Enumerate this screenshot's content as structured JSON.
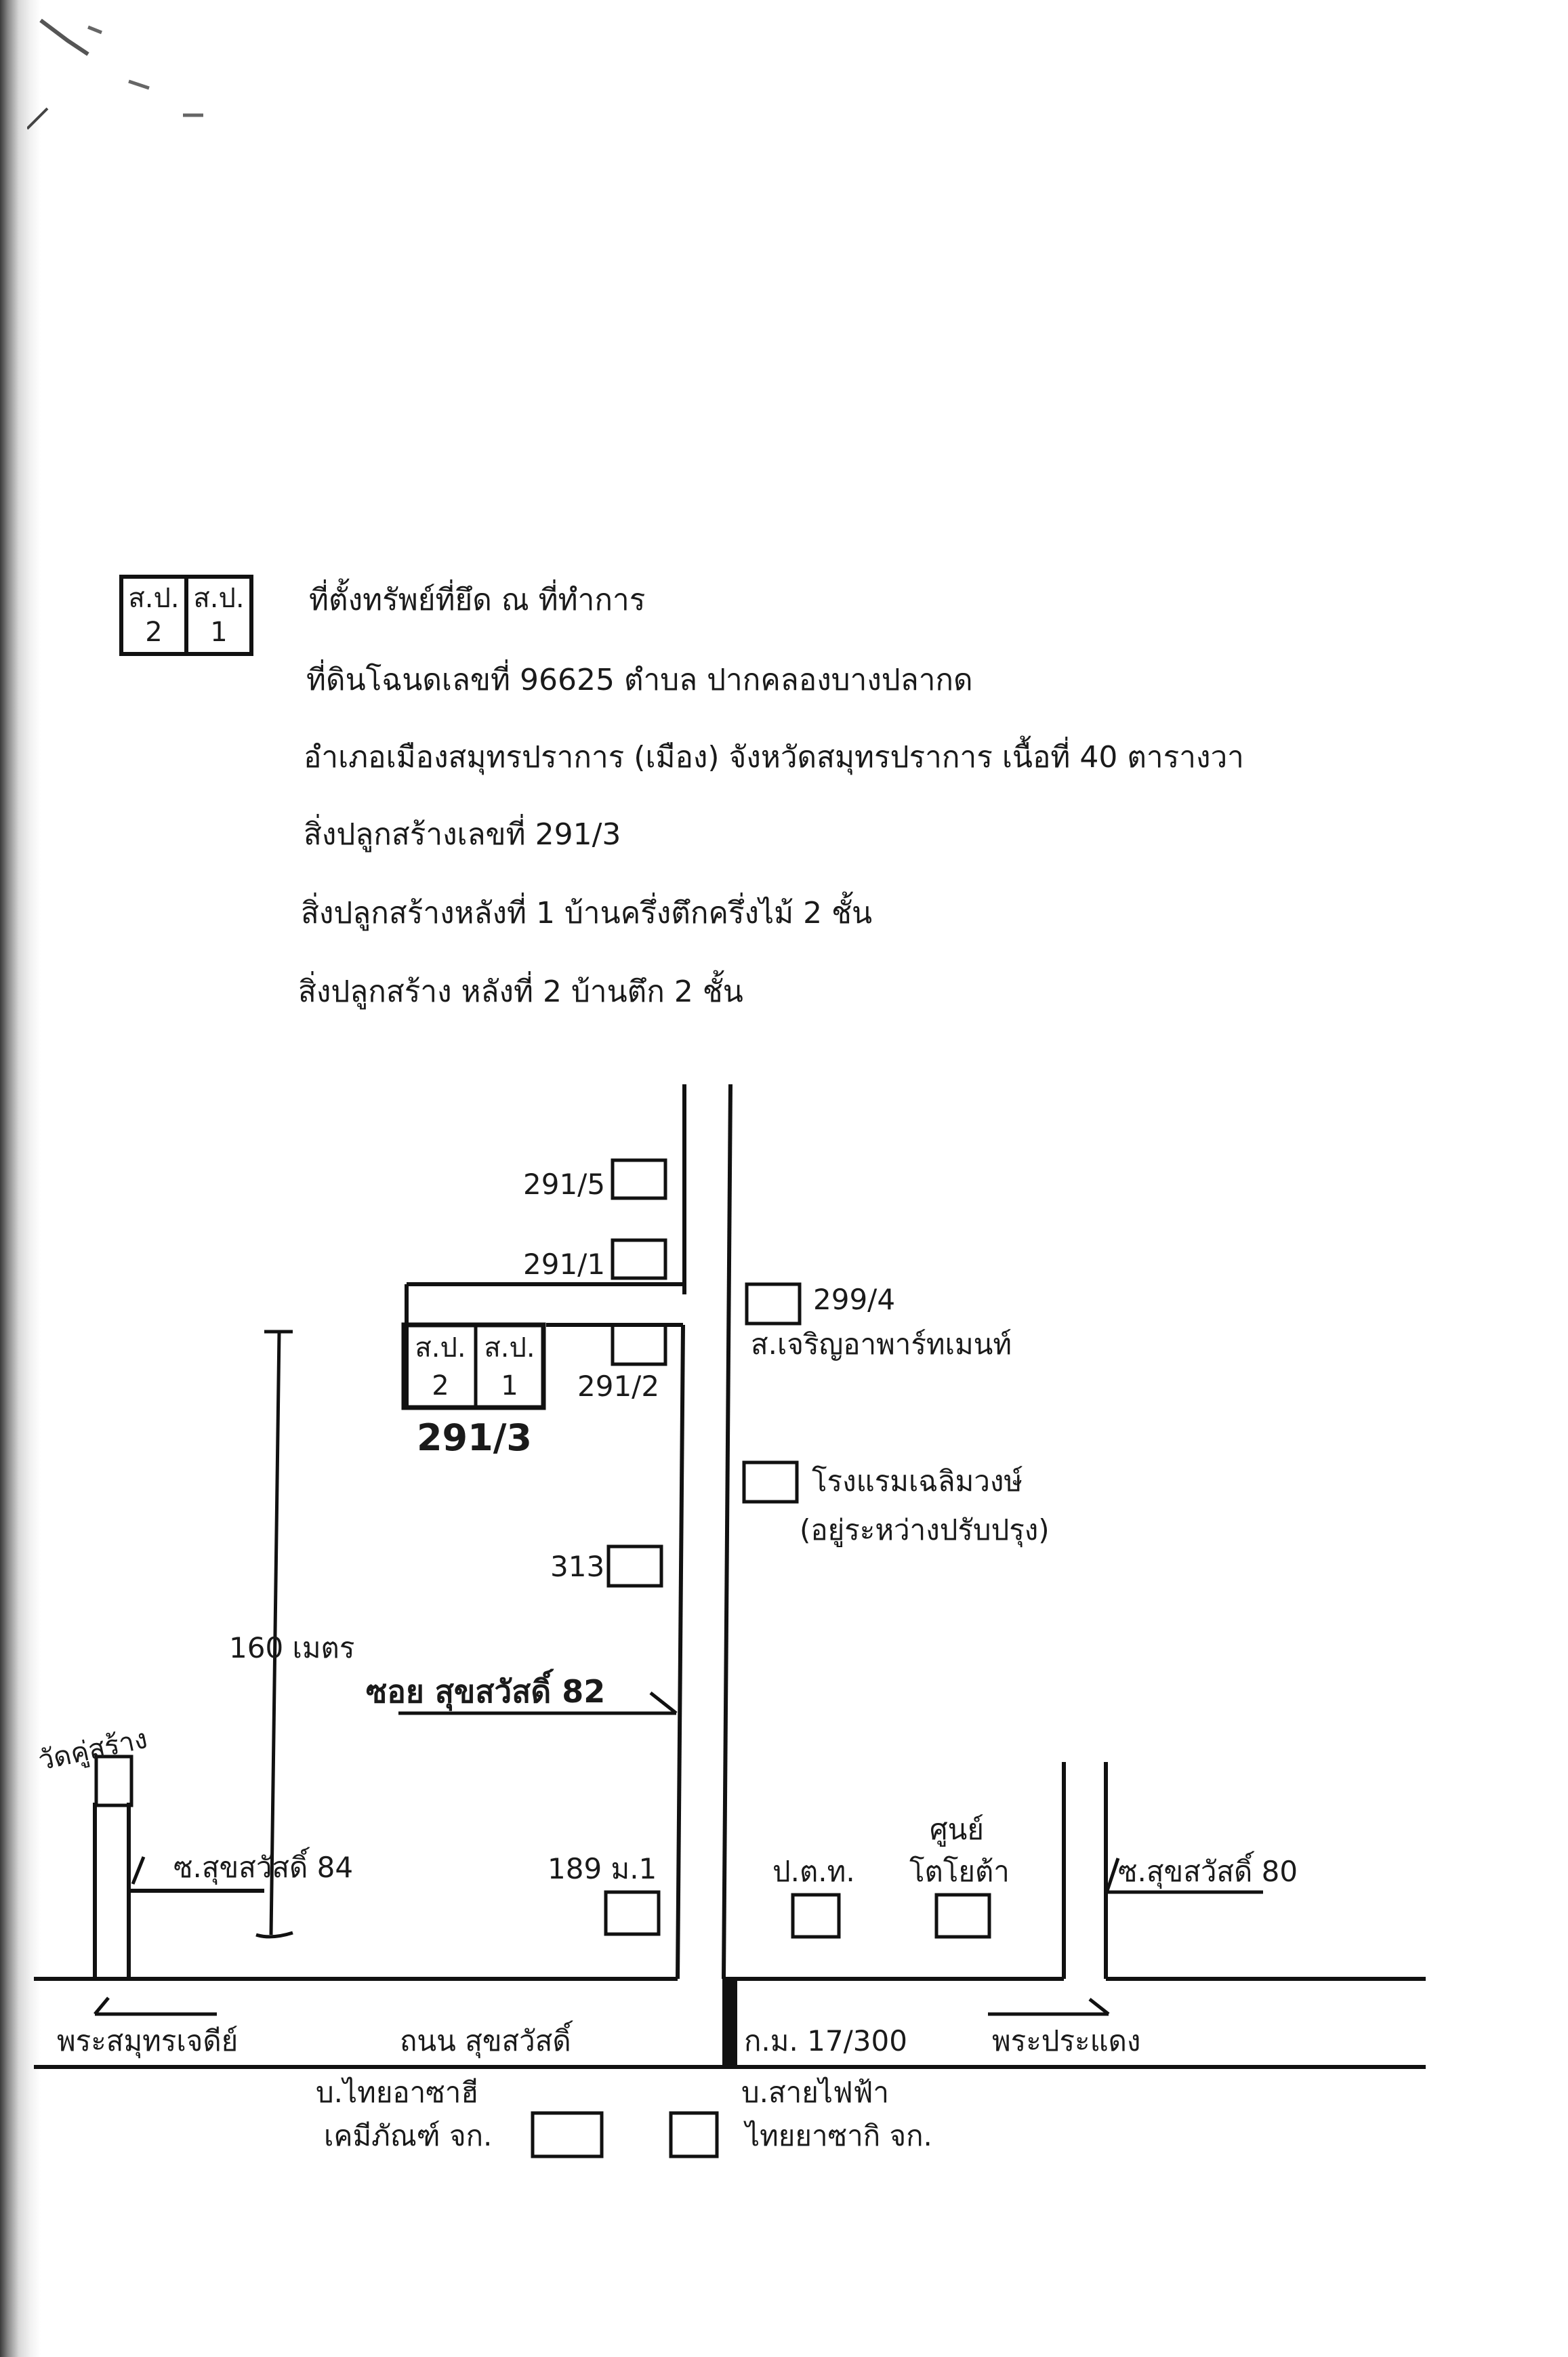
{
  "header": {
    "badge": {
      "left": {
        "top": "ส.ป.",
        "bottom": "2"
      },
      "right": {
        "top": "ส.ป.",
        "bottom": "1"
      }
    },
    "lines": [
      "ที่ตั้งทรัพย์ที่ยึด ณ ที่ทำการ",
      "ที่ดินโฉนดเลขที่ 96625  ตำบล ปากคลองบางปลากด",
      "อำเภอเมืองสมุทรปราการ (เมือง) จังหวัดสมุทรปราการ  เนื้อที่ 40 ตารางวา",
      "สิ่งปลูกสร้างเลขที่ 291/3",
      "สิ่งปลูกสร้างหลังที่ 1  บ้านครึ่งตึกครึ่งไม้ 2 ชั้น",
      "สิ่งปลูกสร้าง หลังที่ 2  บ้านตึก 2 ชั้น"
    ]
  },
  "map": {
    "house_291_5": "291/5",
    "house_291_1": "291/1",
    "house_291_2": "291/2",
    "house_299_4": "299/4",
    "apartment": "ส.เจริญอาพาร์ทเมนท์",
    "target_badge": {
      "left": {
        "top": "ส.ป.",
        "bottom": "2"
      },
      "right": {
        "top": "ส.ป.",
        "bottom": "1"
      }
    },
    "target_number": "291/3",
    "hotel_line1": "โรงแรมเฉลิมวงษ์",
    "hotel_line2": "(อยู่ระหว่างปรับปรุง)",
    "house_313": "313",
    "distance": "160 เมตร",
    "soi_82": "ซอย สุขสวัสดิ์ 82",
    "temple": "วัดคู่สร้าง",
    "soi_84": "ซ.สุขสวัสดิ์ 84",
    "house_189": "189 ม.1",
    "ptt": "ป.ต.ท.",
    "toyota_line1": "ศูนย์",
    "toyota_line2": "โตโยต้า",
    "soi_80": "ซ.สุขสวัสดิ์ 80",
    "dir_left": "พระสมุทรเจดีย์",
    "main_road": "ถนน สุขสวัสดิ์",
    "km_marker": "ก.ม. 17/300",
    "dir_right": "พระประแดง",
    "company_left_line1": "บ.ไทยอาซาฮี",
    "company_left_line2": "เคมีภัณฑ์ จก.",
    "company_right_line1": "บ.สายไฟฟ้า",
    "company_right_line2": "ไทยยาซากิ จก."
  }
}
